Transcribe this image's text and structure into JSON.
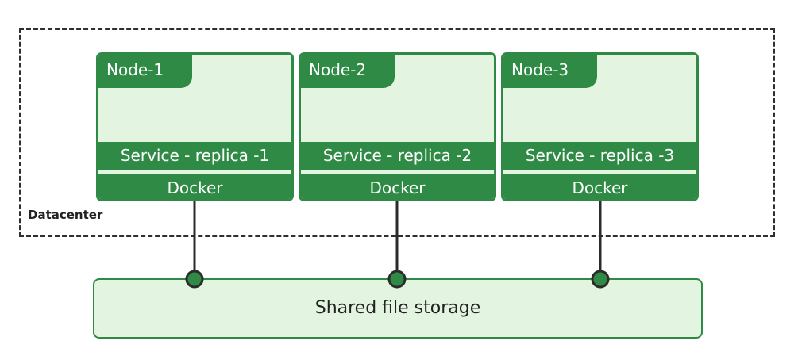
{
  "datacenter": {
    "label": "Datacenter"
  },
  "nodes": [
    {
      "name": "Node-1",
      "service": "Service - replica -1",
      "runtime": "Docker"
    },
    {
      "name": "Node-2",
      "service": "Service - replica -2",
      "runtime": "Docker"
    },
    {
      "name": "Node-3",
      "service": "Service - replica -3",
      "runtime": "Docker"
    }
  ],
  "storage": {
    "label": "Shared file storage"
  },
  "colors": {
    "green": "#2f8a45",
    "light_green": "#e3f5e1",
    "dashed_border": "#2f2f2f",
    "connector": "#2b2b2b"
  }
}
